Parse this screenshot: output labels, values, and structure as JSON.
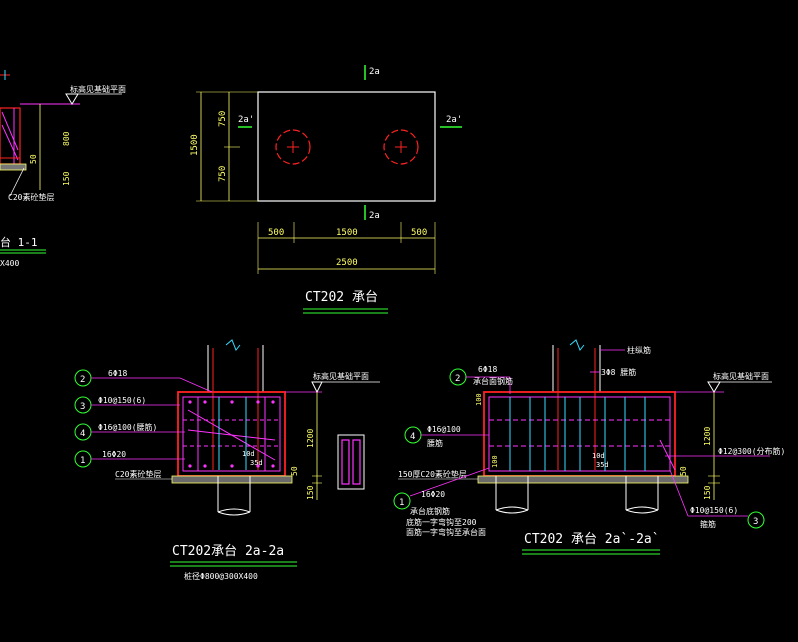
{
  "colors": {
    "background": "#000000",
    "outline": "#ffffff",
    "dimension": "#ffff66",
    "rebar": "#ff2222",
    "stirrup": "#ff33ff",
    "cyan": "#33ddff",
    "green_callout": "#33ff33",
    "pile_center": "#ff2222"
  },
  "left_partial": {
    "top_label": "标高见基础平面",
    "dim_800": "800",
    "dim_50": "50",
    "dim_150": "150",
    "c20_label": "C20素砼垫层",
    "section_title": "台  1-1",
    "pile_note": "X400"
  },
  "plan": {
    "section_top": "2a",
    "section_bottom": "2a",
    "section_left": "2a'",
    "section_right": "2a'",
    "dim_height_total": "1500",
    "dim_height_upper": "750",
    "dim_height_lower": "750",
    "dim_width_left": "500",
    "dim_width_mid": "1500",
    "dim_width_right": "500",
    "dim_width_total": "2500",
    "title": "CT202  承台"
  },
  "section_a": {
    "callout_2": "2",
    "callout_3": "3",
    "callout_4": "4",
    "callout_1": "1",
    "label_2": "6Φ18",
    "label_3": "Φ10@150(6)",
    "label_4": "Φ16@100(腰筋)",
    "label_1": "16Φ20",
    "elev_label": "标高见基础平面",
    "dim_1200": "1200",
    "dim_50": "50",
    "dim_150": "150",
    "anchor_label": "10d",
    "anchor_len": "35d",
    "c20_label": "C20素砼垫层",
    "title": "CT202承台   2a-2a",
    "pile_note": "桩径Φ800@300X400"
  },
  "section_b": {
    "callout_2": "2",
    "callout_4": "4",
    "callout_1": "1",
    "callout_3": "3",
    "label_2a": "6Φ18",
    "label_2b": "承台面钢筋",
    "label_column": "柱纵筋",
    "label_3d": "3Φ8 腰筋",
    "label_4a": "Φ16@100",
    "label_4b": "腰筋",
    "label_1": "16Φ20",
    "label_1b": "承台底钢筋",
    "note_line1": "底筋一字弯钩至200",
    "note_line2": "面筋一字弯钩至承台面",
    "elev_label": "标高见基础平面",
    "dim_1200": "1200",
    "dim_50": "50",
    "dim_150": "150",
    "dim_100a": "100",
    "dim_100b": "100",
    "bar_right_a": "Φ12@300(分布筋)",
    "bar_right_b": "Φ10@150(6)",
    "bar_right_c": "箍筋",
    "cushion_label": "150厚C20素砼垫层",
    "anchor_label": "10d",
    "anchor_len": "35d",
    "title": "CT202 承台   2a`-2a`"
  }
}
